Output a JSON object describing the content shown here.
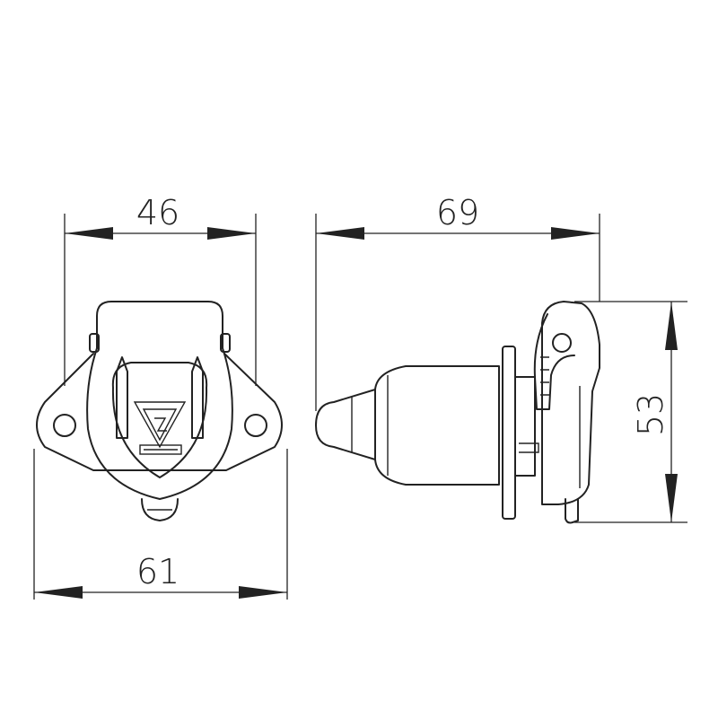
{
  "dimensions": {
    "front_width_top": "46",
    "front_width_bottom": "61",
    "side_length": "69",
    "side_height": "53"
  },
  "colors": {
    "line": "#222222",
    "background": "#ffffff"
  }
}
